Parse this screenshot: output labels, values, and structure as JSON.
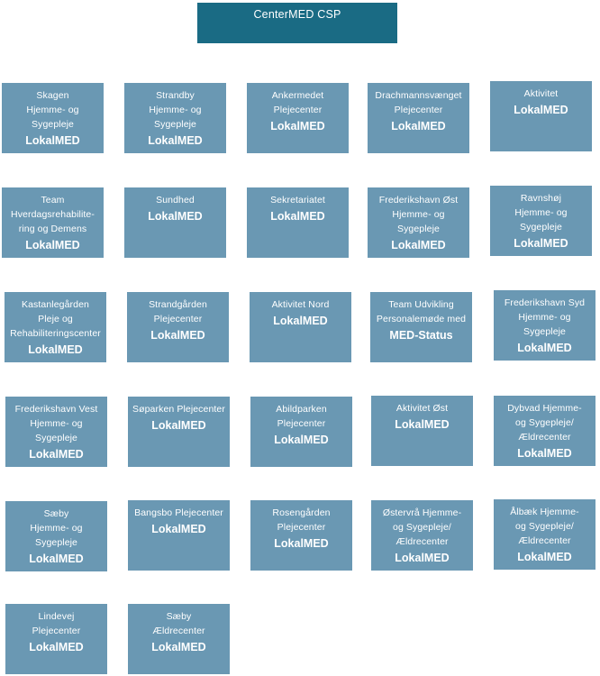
{
  "header": {
    "title": "CenterMED CSP"
  },
  "boxes": [
    {
      "name": "Skagen\nHjemme- og\nSygepleje",
      "sub": "LokalMED"
    },
    {
      "name": "Strandby\nHjemme- og\nSygepleje",
      "sub": "LokalMED"
    },
    {
      "name": "Ankermedet\nPlejecenter",
      "sub": "LokalMED"
    },
    {
      "name": "Drachmannsvænget\nPlejecenter",
      "sub": "LokalMED"
    },
    {
      "name": "Aktivitet",
      "sub": "LokalMED"
    },
    {
      "name": "Team\nHverdagsrehabilite-\nring og Demens",
      "sub": "LokalMED"
    },
    {
      "name": "Sundhed",
      "sub": "LokalMED"
    },
    {
      "name": "Sekretariatet",
      "sub": "LokalMED"
    },
    {
      "name": "Frederikshavn Øst\nHjemme- og\nSygepleje",
      "sub": "LokalMED"
    },
    {
      "name": "Ravnshøj\nHjemme- og\nSygepleje",
      "sub": "LokalMED"
    },
    {
      "name": "Kastanlegården\nPleje og\nRehabiliteringscenter",
      "sub": "LokalMED"
    },
    {
      "name": "Strandgården\nPlejecenter",
      "sub": "LokalMED"
    },
    {
      "name": "Aktivitet Nord",
      "sub": "LokalMED"
    },
    {
      "name": "Team Udvikling\nPersonalemøde med",
      "sub": "MED-Status"
    },
    {
      "name": "Frederikshavn Syd\nHjemme- og\nSygepleje",
      "sub": "LokalMED"
    },
    {
      "name": "Frederikshavn Vest\nHjemme- og\nSygepleje",
      "sub": "LokalMED"
    },
    {
      "name": "Søparken Plejecenter",
      "sub": "LokalMED"
    },
    {
      "name": "Abildparken\nPlejecenter",
      "sub": "LokalMED"
    },
    {
      "name": "Aktivitet Øst",
      "sub": "LokalMED"
    },
    {
      "name": "Dybvad Hjemme-\nog Sygepleje/\nÆldrecenter",
      "sub": "LokalMED"
    },
    {
      "name": "Sæby\nHjemme- og\nSygepleje",
      "sub": "LokalMED"
    },
    {
      "name": "Bangsbo Plejecenter",
      "sub": "LokalMED"
    },
    {
      "name": "Rosengården\nPlejecenter",
      "sub": "LokalMED"
    },
    {
      "name": "Østervrå Hjemme-\nog Sygepleje/\nÆldrecenter",
      "sub": "LokalMED"
    },
    {
      "name": "Ålbæk Hjemme-\nog Sygepleje/\nÆldrecenter",
      "sub": "LokalMED"
    },
    {
      "name": "Lindevej\nPlejecenter",
      "sub": "LokalMED"
    },
    {
      "name": "Sæby\nÆldrecenter",
      "sub": "LokalMED"
    }
  ]
}
